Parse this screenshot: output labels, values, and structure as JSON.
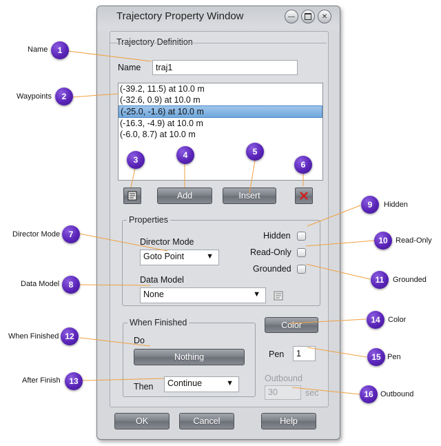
{
  "window": {
    "title": "Trajectory Property Window"
  },
  "trajectory_definition": {
    "legend": "Trajectory Definition",
    "name_label": "Name",
    "name_value": "traj1",
    "waypoints": [
      "(-39.2, 11.5) at 10.0 m",
      "(-32.6, 0.9) at 10.0 m",
      "(-25.0, -1.6) at 10.0 m",
      "(-16.3, -4.9) at 10.0 m",
      "(-6.0, 8.7) at 10.0 m"
    ],
    "selected_waypoint_index": 2,
    "add_label": "Add",
    "insert_label": "Insert"
  },
  "properties": {
    "legend": "Properties",
    "director_mode_label": "Director Mode",
    "director_mode_value": "Goto Point",
    "data_model_label": "Data Model",
    "data_model_value": "None",
    "hidden_label": "Hidden",
    "read_only_label": "Read-Only",
    "grounded_label": "Grounded"
  },
  "when_finished": {
    "legend": "When Finished",
    "do_label": "Do",
    "do_button": "Nothing",
    "then_label": "Then",
    "then_value": "Continue"
  },
  "appearance": {
    "color_button": "Color",
    "pen_label": "Pen",
    "pen_value": "1",
    "outbound_label": "Outbound",
    "outbound_value": "30",
    "outbound_unit": "sec"
  },
  "footer": {
    "ok": "OK",
    "cancel": "Cancel",
    "help": "Help"
  },
  "annotations": [
    {
      "n": "1",
      "label": "Name"
    },
    {
      "n": "2",
      "label": "Waypoints"
    },
    {
      "n": "3",
      "label": ""
    },
    {
      "n": "4",
      "label": ""
    },
    {
      "n": "5",
      "label": ""
    },
    {
      "n": "6",
      "label": ""
    },
    {
      "n": "7",
      "label": "Director Mode"
    },
    {
      "n": "8",
      "label": "Data Model"
    },
    {
      "n": "9",
      "label": "Hidden"
    },
    {
      "n": "10",
      "label": "Read-Only"
    },
    {
      "n": "11",
      "label": "Grounded"
    },
    {
      "n": "12",
      "label": "When Finished"
    },
    {
      "n": "13",
      "label": "After Finish"
    },
    {
      "n": "14",
      "label": "Color"
    },
    {
      "n": "15",
      "label": "Pen"
    },
    {
      "n": "16",
      "label": "Outbound"
    }
  ],
  "colors": {
    "badge": "#5a25b8",
    "callout_line": "#f0a040",
    "selection": "#6fa7dc",
    "button": "#7b8087",
    "delete_x": "#d02020"
  }
}
